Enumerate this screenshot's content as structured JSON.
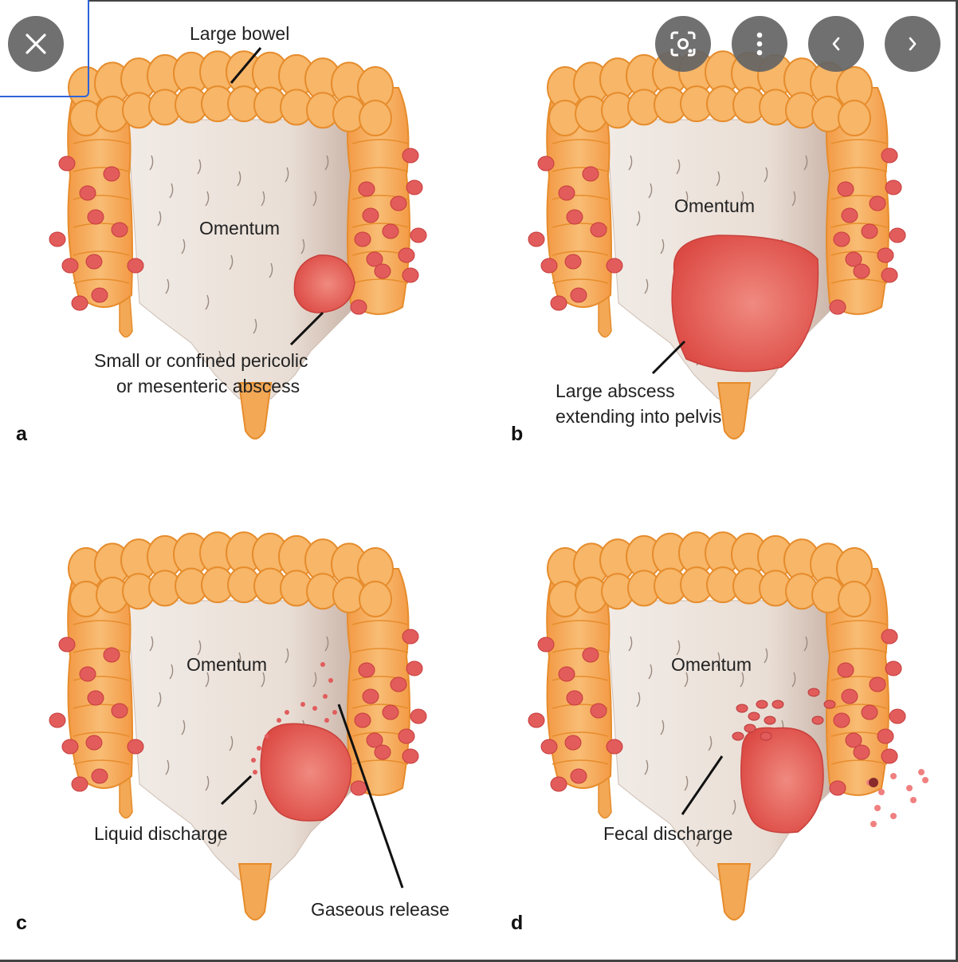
{
  "controls": {
    "close_icon": "close-icon",
    "lens_icon": "visual-search-icon",
    "more_icon": "more-vert-icon",
    "prev_icon": "chevron-left-icon",
    "next_icon": "chevron-right-icon"
  },
  "figure": {
    "panels": [
      {
        "letter": "a",
        "labels": {
          "large_bowel": "Large bowel",
          "omentum": "Omentum",
          "abscess_line1": "Small or confined pericolic",
          "abscess_line2": "or mesenteric abscess"
        }
      },
      {
        "letter": "b",
        "labels": {
          "omentum": "Omentum",
          "abscess_line1": "Large abscess",
          "abscess_line2": "extending into pelvis"
        }
      },
      {
        "letter": "c",
        "labels": {
          "omentum": "Omentum",
          "liquid": "Liquid discharge",
          "gaseous": "Gaseous release"
        }
      },
      {
        "letter": "d",
        "labels": {
          "omentum": "Omentum",
          "fecal": "Fecal discharge"
        }
      }
    ]
  },
  "colors": {
    "bowel_fill": "#f7b668",
    "bowel_stroke": "#e68c2c",
    "node": "#e25c5c",
    "abscess": "#e2574f",
    "omentum": "#ece3dc",
    "focus_outline": "#2f63d8",
    "control_bg": "#646464"
  }
}
